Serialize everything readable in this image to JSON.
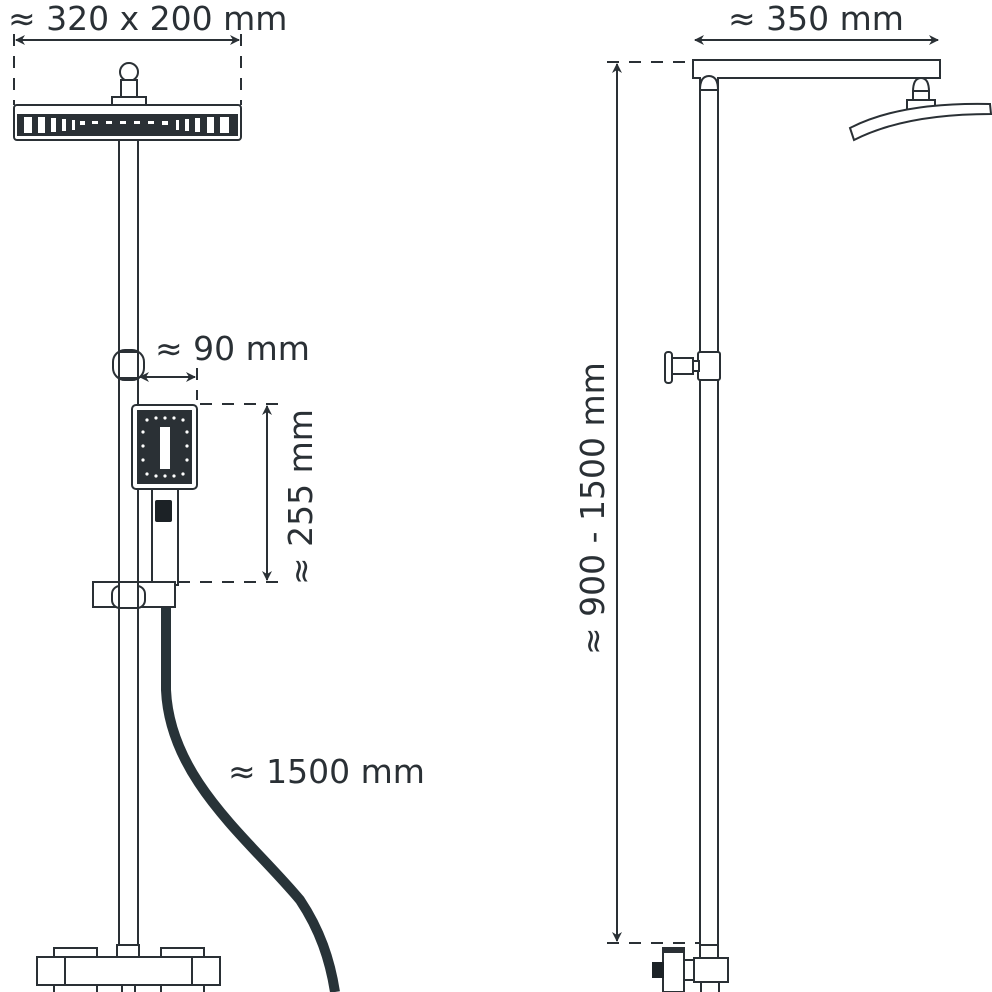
{
  "diagram": {
    "front_view": {
      "head_size_label": "≈ 320 x 200 mm",
      "hand_shower_width_label": "≈ 90 mm",
      "hand_shower_length_label": "≈ 255 mm",
      "hose_length_label": "≈ 1500 mm"
    },
    "side_view": {
      "arm_length_label": "≈ 350 mm",
      "height_range_label": "≈ 900 - 1500 mm"
    },
    "colors": {
      "line": "#2a3035",
      "hose": "#283338"
    }
  }
}
